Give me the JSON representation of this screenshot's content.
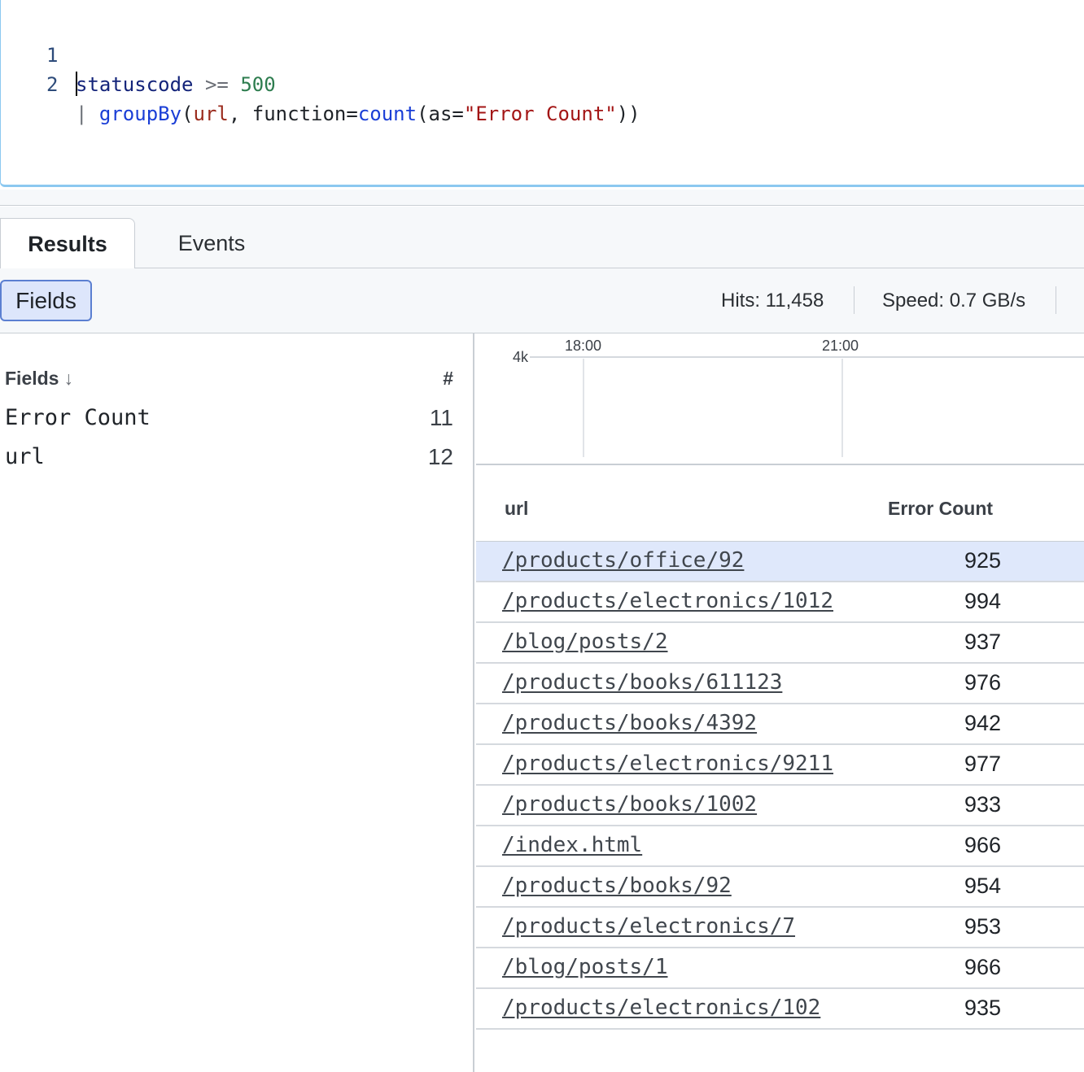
{
  "editor": {
    "lines": [
      {
        "number": "1",
        "tokens": [
          "statuscode",
          ">=",
          "500"
        ]
      },
      {
        "number": "2",
        "tokens": [
          "|",
          "groupBy",
          "(",
          "url",
          ",",
          "function=",
          "count",
          "(as=",
          "\"Error Count\"",
          "))"
        ]
      }
    ]
  },
  "tabs": {
    "results": "Results",
    "events": "Events"
  },
  "toolbar": {
    "fields_button": "Fields",
    "hits": "Hits: 11,458",
    "speed": "Speed: 0.7 GB/s"
  },
  "fields_panel": {
    "header": "Fields",
    "sort_icon": "arrow-down-icon",
    "count_header": "#",
    "fields": [
      {
        "name": "Error Count",
        "count": "11"
      },
      {
        "name": "url",
        "count": "12"
      }
    ]
  },
  "chart": {
    "y_tick": "4k",
    "x_ticks": [
      "18:00",
      "21:00"
    ]
  },
  "table": {
    "columns": [
      "url",
      "Error Count"
    ],
    "rows": [
      {
        "url": "/products/office/92",
        "count": "925"
      },
      {
        "url": "/products/electronics/1012",
        "count": "994"
      },
      {
        "url": "/blog/posts/2",
        "count": "937"
      },
      {
        "url": "/products/books/611123",
        "count": "976"
      },
      {
        "url": "/products/books/4392",
        "count": "942"
      },
      {
        "url": "/products/electronics/9211",
        "count": "977"
      },
      {
        "url": "/products/books/1002",
        "count": "933"
      },
      {
        "url": "/index.html",
        "count": "966"
      },
      {
        "url": "/products/books/92",
        "count": "954"
      },
      {
        "url": "/products/electronics/7",
        "count": "953"
      },
      {
        "url": "/blog/posts/1",
        "count": "966"
      },
      {
        "url": "/products/electronics/102",
        "count": "935"
      }
    ],
    "selected_row": 0
  },
  "colors": {
    "editor_border": "#8cc8f0",
    "selected_row": "#dfe8fb",
    "fields_button_bg": "#dde6fb",
    "fields_button_border": "#5b7fd1"
  }
}
